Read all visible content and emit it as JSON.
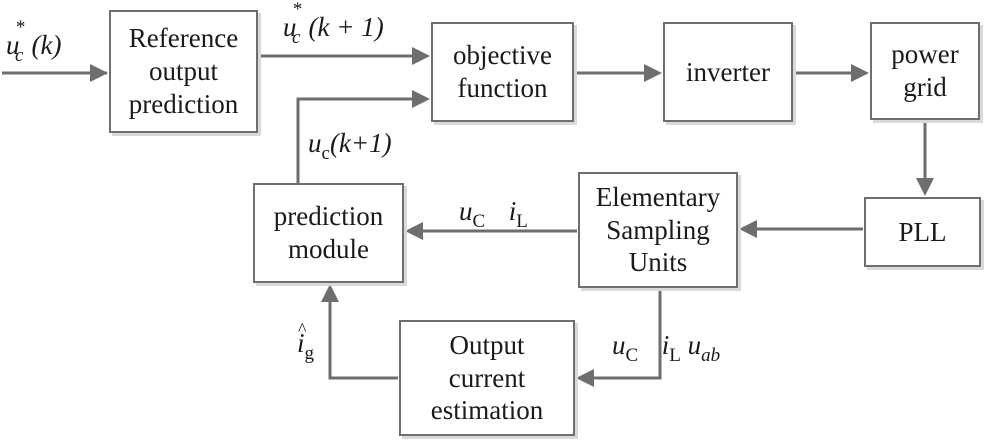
{
  "blocks": {
    "reference": [
      "Reference",
      "output",
      "prediction"
    ],
    "objective": [
      "objective",
      "function"
    ],
    "inverter": [
      "inverter"
    ],
    "grid": [
      "power",
      "grid"
    ],
    "pll": [
      "PLL"
    ],
    "sampling": [
      "Elementary",
      "Sampling",
      "Units"
    ],
    "prediction": [
      "prediction",
      "module"
    ],
    "estimation": [
      "Output",
      "current",
      "estimation"
    ]
  },
  "signals": {
    "input": {
      "var": "u",
      "sub": "c",
      "sup": "*",
      "arg": "(k)"
    },
    "ref_out": {
      "var": "u",
      "sub": "c",
      "sup": "*",
      "arg": "(k + 1)"
    },
    "pred_out": {
      "var": "u",
      "sub": "c",
      "arg": "(k+1)"
    },
    "sample_out": {
      "v1": "u",
      "s1": "C",
      "v2": "i",
      "s2": "L"
    },
    "sample_down": {
      "v1": "u",
      "s1": "C",
      "v2": "i",
      "s2": "L",
      "v3": "u",
      "s3": "ab"
    },
    "est_out": {
      "var": "i",
      "sub": "g",
      "accent": "^"
    }
  },
  "colors": {
    "line": "#6e6e6e",
    "shadow": "#d9d9d9",
    "text": "#1a1a1a"
  }
}
